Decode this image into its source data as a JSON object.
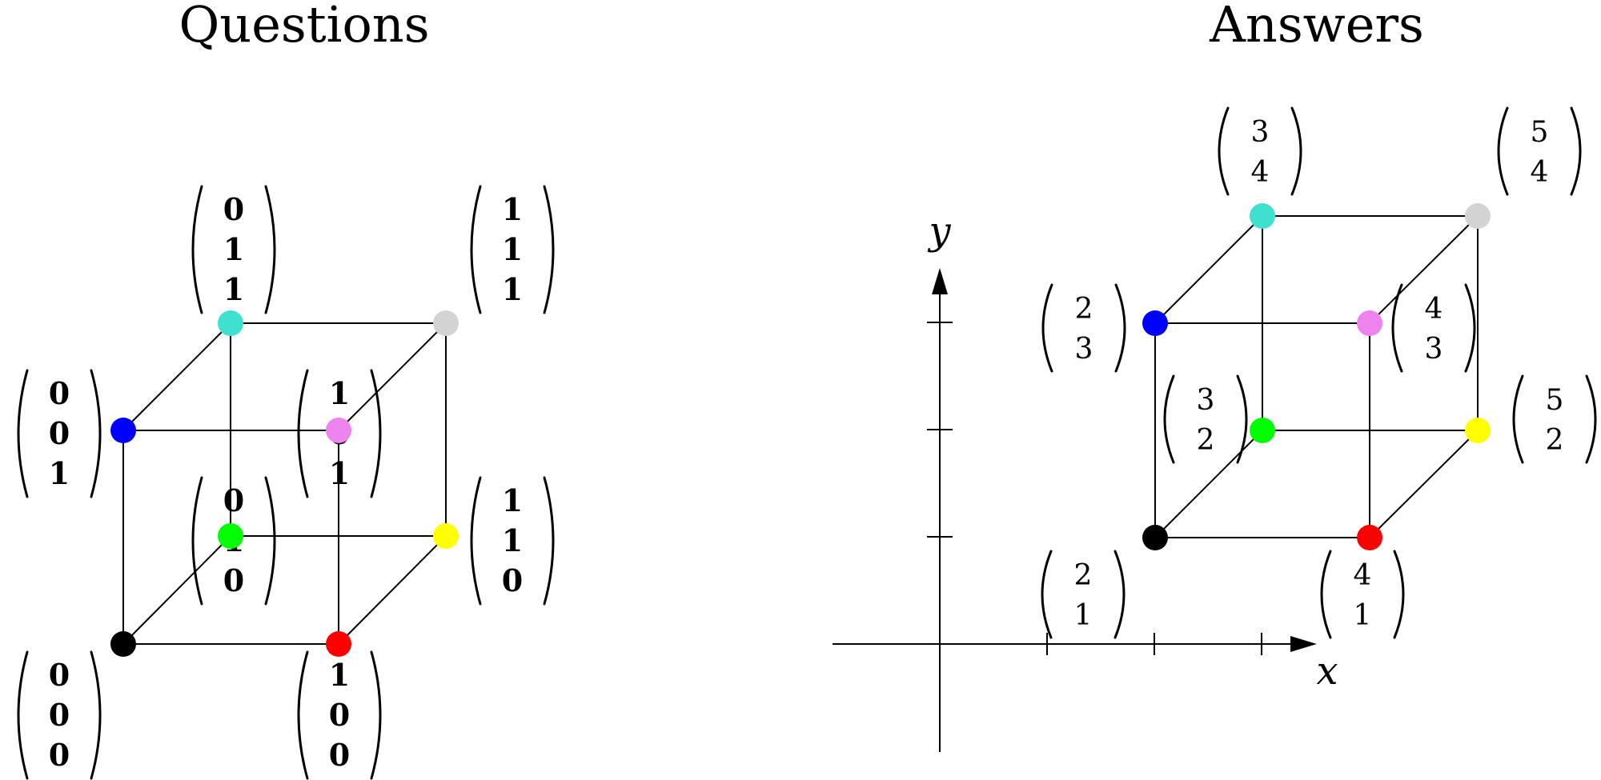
{
  "titles": {
    "questions": "Questions",
    "answers": "Answers"
  },
  "colors": {
    "black": "#000000",
    "red": "#ff0000",
    "green": "#00ff00",
    "yellow": "#ffff00",
    "blue": "#0000ff",
    "violet": "#ee82ee",
    "cyan": "#40e0d0",
    "gray": "#d3d3d3"
  },
  "questions": {
    "vertices": [
      {
        "key": "black",
        "color_key": "black",
        "vector": [
          "0",
          "0",
          "0"
        ]
      },
      {
        "key": "red",
        "color_key": "red",
        "vector": [
          "1",
          "0",
          "0"
        ]
      },
      {
        "key": "green",
        "color_key": "green",
        "vector": [
          "0",
          "1",
          "0"
        ]
      },
      {
        "key": "yellow",
        "color_key": "yellow",
        "vector": [
          "1",
          "1",
          "0"
        ]
      },
      {
        "key": "blue",
        "color_key": "blue",
        "vector": [
          "0",
          "0",
          "1"
        ]
      },
      {
        "key": "violet",
        "color_key": "violet",
        "vector": [
          "1",
          "0",
          "1"
        ]
      },
      {
        "key": "cyan",
        "color_key": "cyan",
        "vector": [
          "0",
          "1",
          "1"
        ]
      },
      {
        "key": "gray",
        "color_key": "gray",
        "vector": [
          "1",
          "1",
          "1"
        ]
      }
    ]
  },
  "answers": {
    "axes": {
      "x_label": "x",
      "y_label": "y",
      "x_ticks": [
        1,
        2,
        3
      ],
      "y_ticks": [
        1,
        2,
        3
      ]
    },
    "vertices": [
      {
        "key": "black",
        "color_key": "black",
        "vector": [
          "",
          ""
        ]
      },
      {
        "key": "red",
        "color_key": "red",
        "vector": [
          "4",
          "1"
        ]
      },
      {
        "key": "green",
        "color_key": "green",
        "vector": [
          "3",
          "2"
        ]
      },
      {
        "key": "yellow",
        "color_key": "yellow",
        "vector": [
          "5",
          "2"
        ]
      },
      {
        "key": "blue",
        "color_key": "blue",
        "vector": [
          "2",
          "3"
        ]
      },
      {
        "key": "violet",
        "color_key": "violet",
        "vector": [
          "4",
          "3"
        ]
      },
      {
        "key": "cyan",
        "color_key": "cyan",
        "vector": [
          "3",
          "4"
        ]
      },
      {
        "key": "gray",
        "color_key": "gray",
        "vector": [
          "5",
          "4"
        ]
      }
    ],
    "extra_labels": [
      {
        "key": "ghost",
        "vector": [
          "2",
          "1"
        ]
      }
    ]
  }
}
